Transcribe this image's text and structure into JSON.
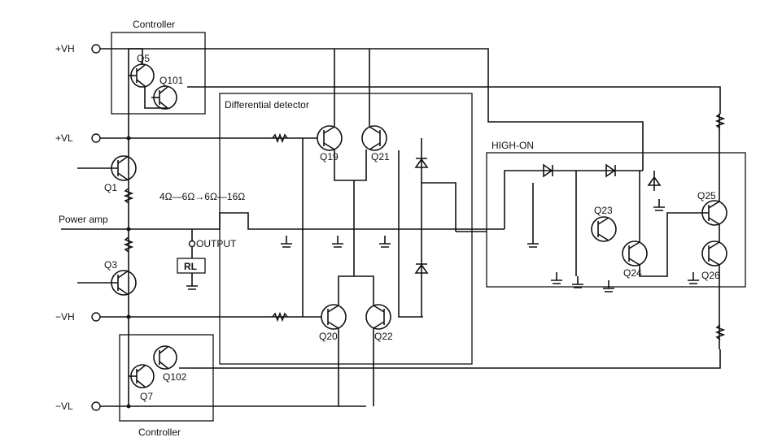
{
  "supply_terminals": {
    "pos_vh": "+VH",
    "pos_vl": "+VL",
    "neg_vh": "−VH",
    "neg_vl": "−VL"
  },
  "blocks": {
    "controller_top": "Controller",
    "controller_bottom": "Controller",
    "differential_detector": "Differential detector",
    "high_on": "HIGH-ON"
  },
  "transistors": [
    "Q5",
    "Q101",
    "Q1",
    "Q3",
    "Q102",
    "Q7",
    "Q19",
    "Q21",
    "Q20",
    "Q22",
    "Q23",
    "Q24",
    "Q25",
    "Q26"
  ],
  "labels": {
    "power_amp": "Power amp",
    "impedance_selector": "4Ω—6Ω→6Ω—16Ω",
    "output": "OUTPUT",
    "load": "RL"
  }
}
